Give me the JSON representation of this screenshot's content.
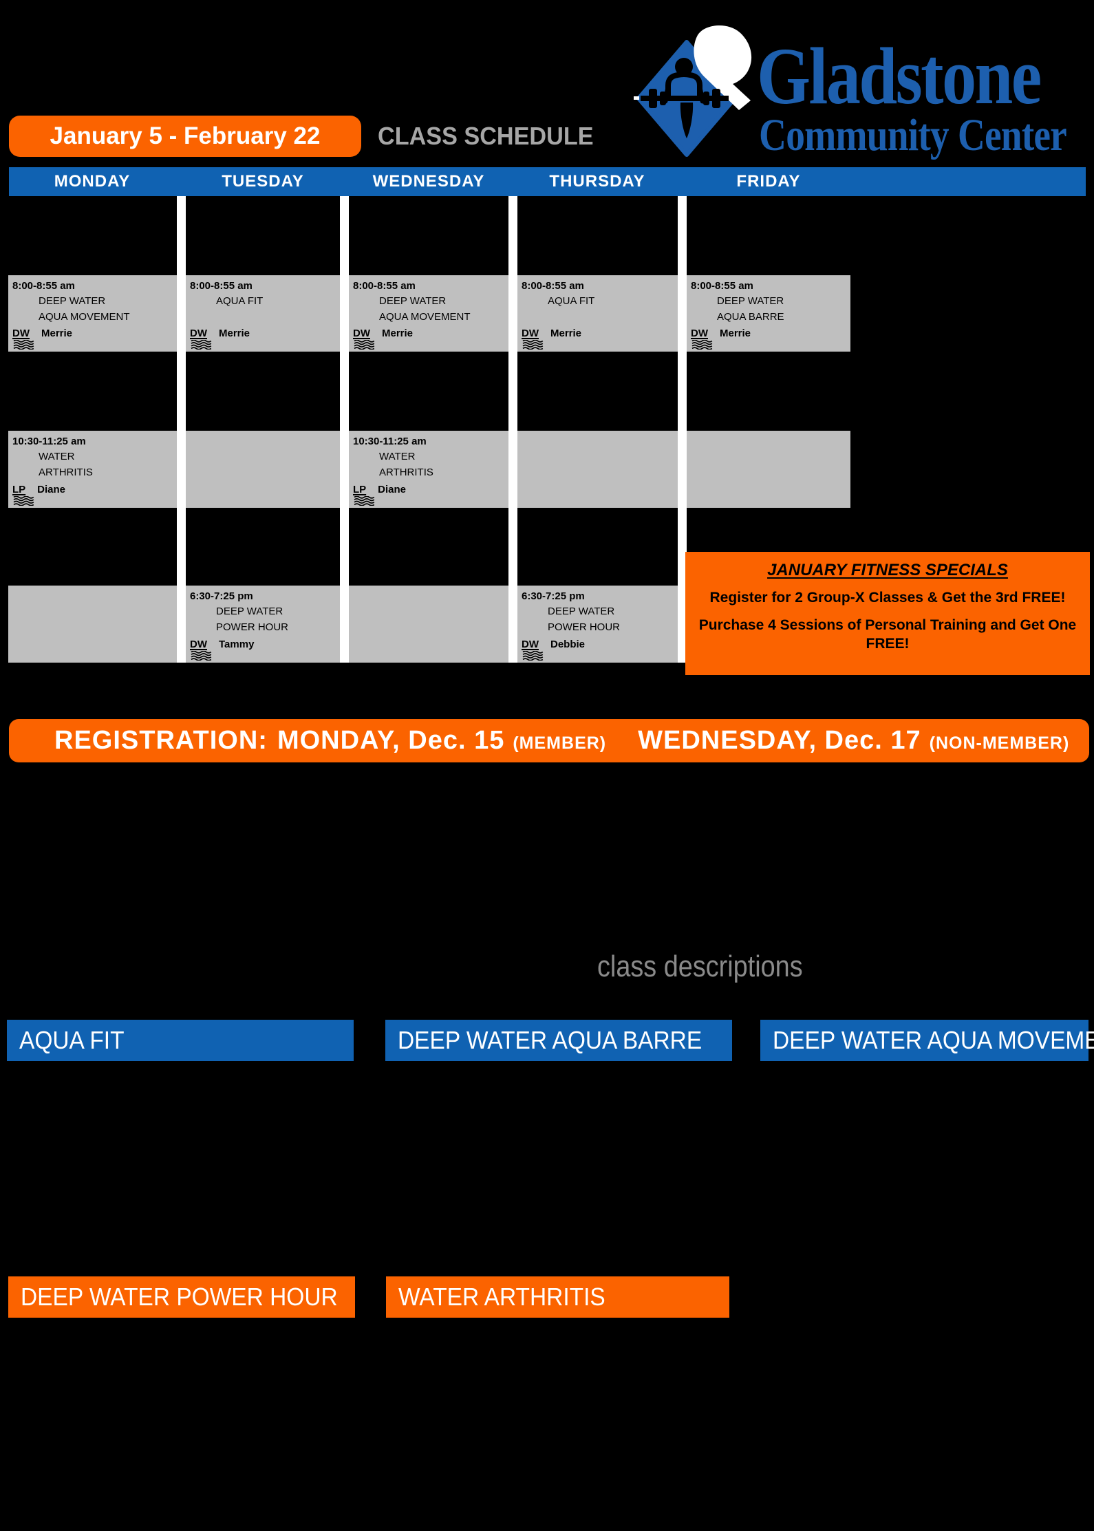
{
  "header": {
    "date_range": "January 5 - February 22",
    "schedule_title": "CLASS SCHEDULE",
    "logo": {
      "name": "Gladstone",
      "subtitle": "Community Center"
    }
  },
  "day_bar": {
    "days": [
      "MONDAY",
      "TUESDAY",
      "WEDNESDAY",
      "THURSDAY",
      "FRIDAY"
    ]
  },
  "schedule": {
    "rows": [
      {
        "cells": [
          {
            "time": "8:00-8:55 am",
            "lines": [
              "DEEP WATER",
              "AQUA MOVEMENT"
            ],
            "tag": "DW",
            "instructor": "Merrie",
            "icon": "wave-icon"
          },
          {
            "time": "8:00-8:55 am",
            "lines": [
              "AQUA FIT"
            ],
            "tag": "DW",
            "instructor": "Merrie",
            "icon": "wave-icon"
          },
          {
            "time": "8:00-8:55 am",
            "lines": [
              "DEEP WATER",
              "AQUA MOVEMENT"
            ],
            "tag": "DW",
            "instructor": "Merrie",
            "icon": "wave-icon"
          },
          {
            "time": "8:00-8:55 am",
            "lines": [
              "AQUA FIT"
            ],
            "tag": "DW",
            "instructor": "Merrie",
            "icon": "wave-icon"
          },
          {
            "time": "8:00-8:55 am",
            "lines": [
              "DEEP WATER",
              "AQUA BARRE"
            ],
            "tag": "DW",
            "instructor": "Merrie",
            "icon": "wave-icon"
          }
        ]
      },
      {
        "cells": [
          {
            "time": "10:30-11:25 am",
            "lines": [
              "WATER",
              "ARTHRITIS"
            ],
            "tag": "LP",
            "instructor": "Diane",
            "icon": "wave-icon"
          },
          {
            "empty": true
          },
          {
            "time": "10:30-11:25 am",
            "lines": [
              "WATER",
              "ARTHRITIS"
            ],
            "tag": "LP",
            "instructor": "Diane",
            "icon": "wave-icon"
          },
          {
            "empty": true
          },
          {
            "empty": true
          }
        ]
      },
      {
        "cells": [
          {
            "empty": true
          },
          {
            "time": "6:30-7:25 pm",
            "lines": [
              "DEEP WATER",
              "POWER HOUR"
            ],
            "tag": "DW",
            "instructor": "Tammy",
            "icon": "wave-icon"
          },
          {
            "empty": true
          },
          {
            "time": "6:30-7:25 pm",
            "lines": [
              "DEEP WATER",
              "POWER HOUR"
            ],
            "tag": "DW",
            "instructor": "Debbie",
            "icon": "wave-icon"
          },
          {
            "none": true
          }
        ]
      }
    ]
  },
  "specials": {
    "title": "JANUARY FITNESS SPECIALS",
    "lines": [
      "Register for 2 Group-X Classes & Get the 3rd FREE!",
      "Purchase 4 Sessions of Personal Training and Get One FREE!"
    ]
  },
  "registration": {
    "label": "REGISTRATION:",
    "member_day": "MONDAY, Dec. 15",
    "member_note": "(MEMBER)",
    "nonmember_day": "WEDNESDAY, Dec. 17",
    "nonmember_note": "(NON-MEMBER)"
  },
  "descriptions": {
    "heading": "class descriptions",
    "blue_headers": [
      "AQUA FIT",
      "DEEP WATER AQUA BARRE",
      "DEEP WATER AQUA MOVEMENT"
    ],
    "orange_headers": [
      "DEEP WATER POWER HOUR",
      "WATER ARTHRITIS"
    ]
  },
  "colors": {
    "blue": "#1062b2",
    "orange": "#fb6300",
    "cell_gray": "#bfbfbf",
    "title_gray": "#a6a6a6",
    "heading_gray": "#8a8a8a",
    "logo_blue": "#1d5fae"
  }
}
